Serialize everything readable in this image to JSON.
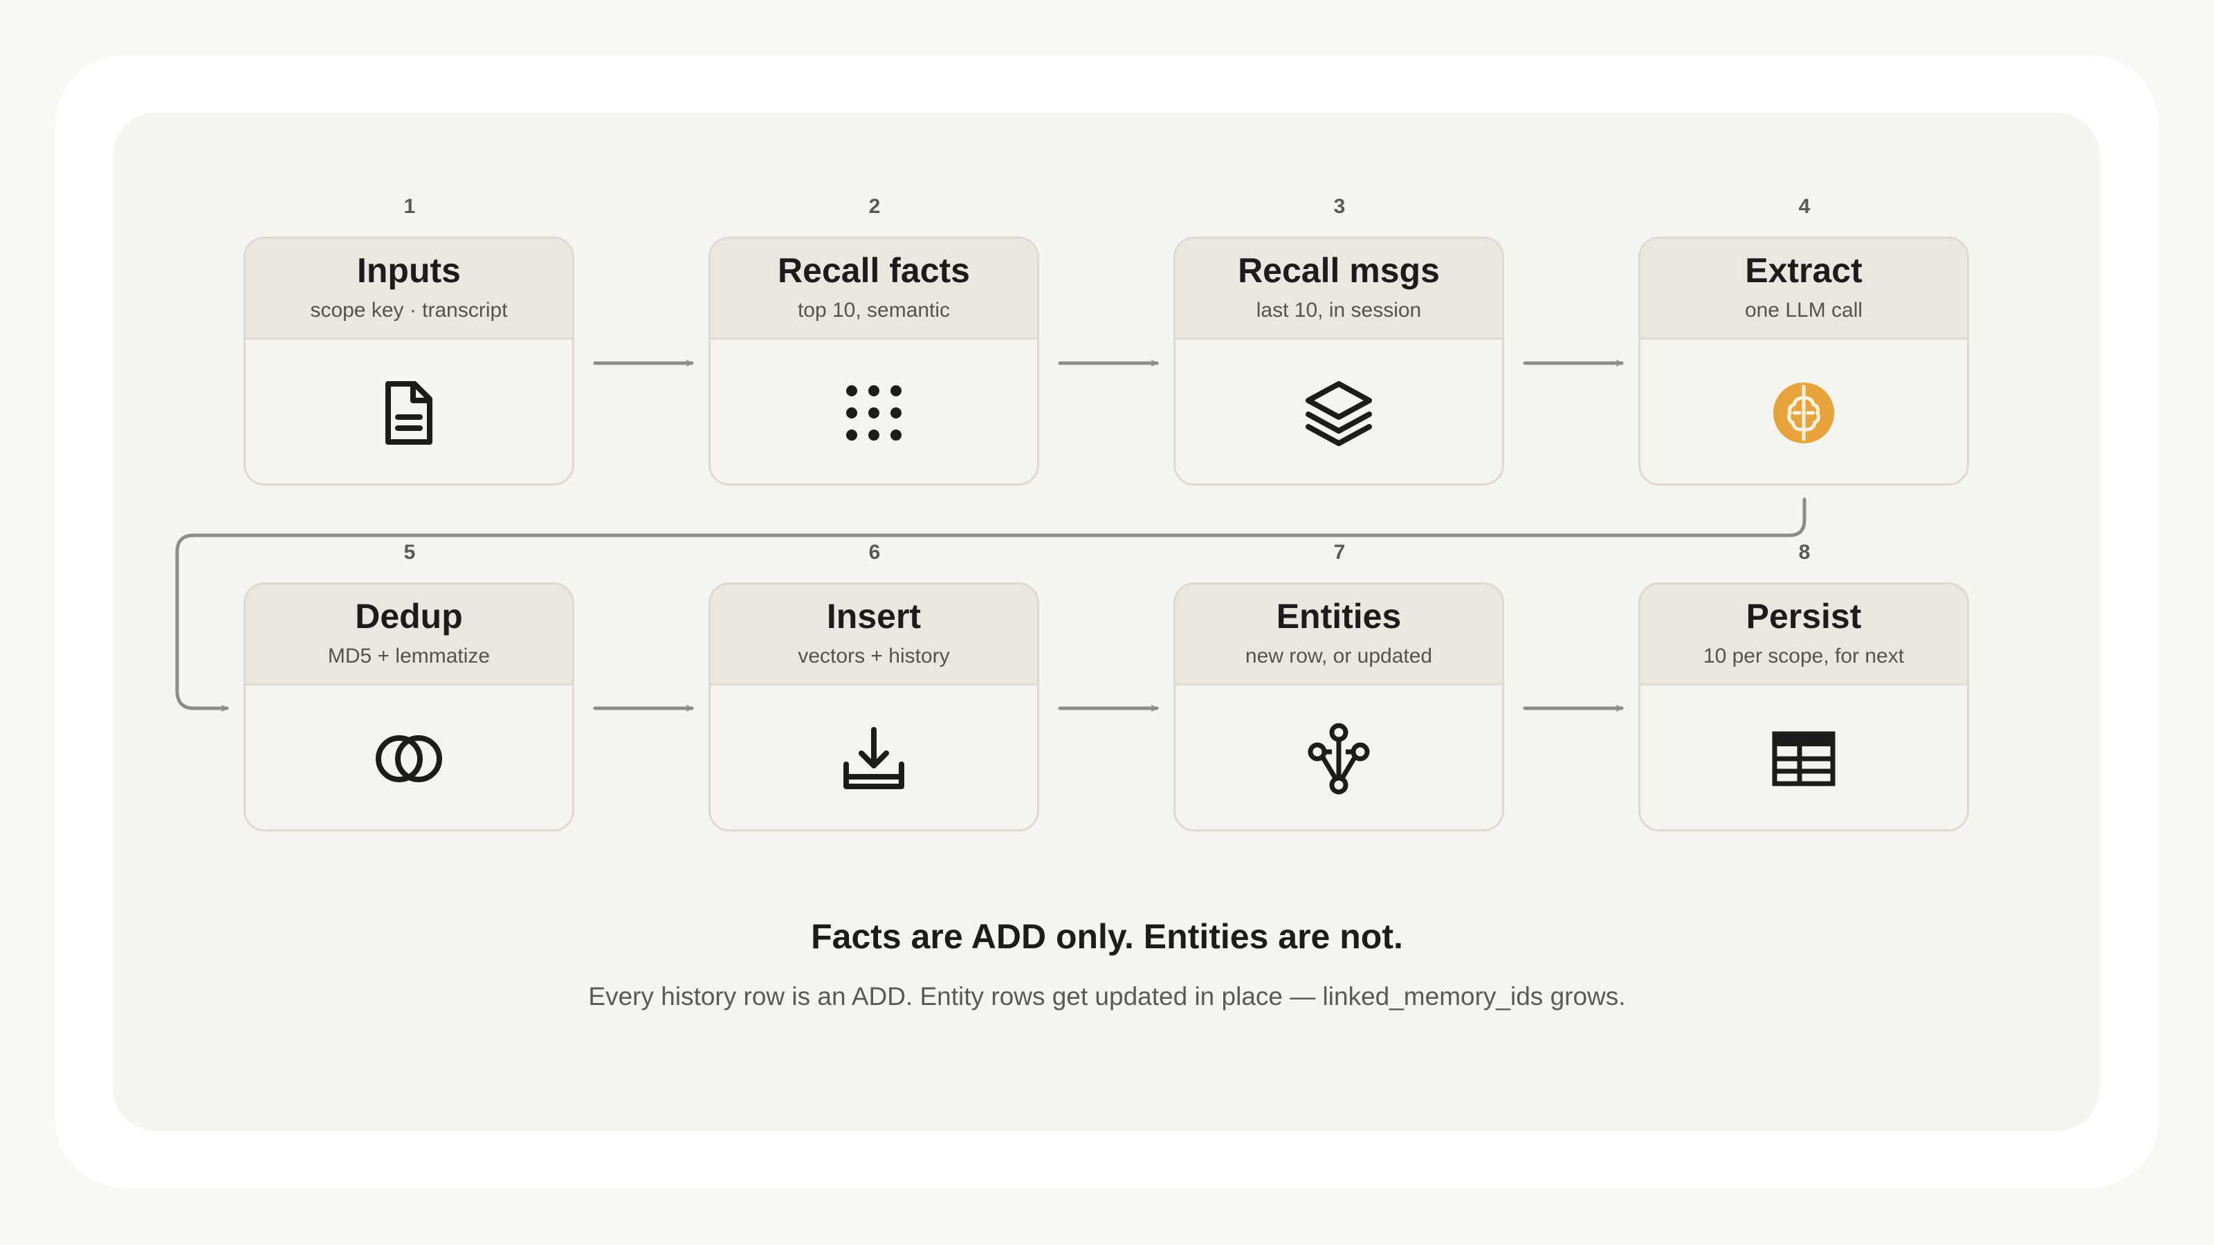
{
  "steps": [
    {
      "number": "1",
      "title": "Inputs",
      "subtitle": "scope key · transcript",
      "icon": "document-icon"
    },
    {
      "number": "2",
      "title": "Recall facts",
      "subtitle": "top 10, semantic",
      "icon": "dot-grid-icon"
    },
    {
      "number": "3",
      "title": "Recall msgs",
      "subtitle": "last 10, in session",
      "icon": "layers-icon"
    },
    {
      "number": "4",
      "title": "Extract",
      "subtitle": "one LLM call",
      "icon": "brain-icon"
    },
    {
      "number": "5",
      "title": "Dedup",
      "subtitle": "MD5 + lemmatize",
      "icon": "overlap-circles-icon"
    },
    {
      "number": "6",
      "title": "Insert",
      "subtitle": "vectors + history",
      "icon": "download-tray-icon"
    },
    {
      "number": "7",
      "title": "Entities",
      "subtitle": "new row, or updated",
      "icon": "graph-nodes-icon"
    },
    {
      "number": "8",
      "title": "Persist",
      "subtitle": "10 per scope, for next",
      "icon": "table-icon"
    }
  ],
  "footer": {
    "title": "Facts are ADD only. Entities are not.",
    "subtitle": "Every history row is an ADD. Entity rows get updated in place — linked_memory_ids grows."
  },
  "colors": {
    "accent": "#e8a33a",
    "text": "#1d1c1a",
    "arrow": "#8e8c86"
  }
}
